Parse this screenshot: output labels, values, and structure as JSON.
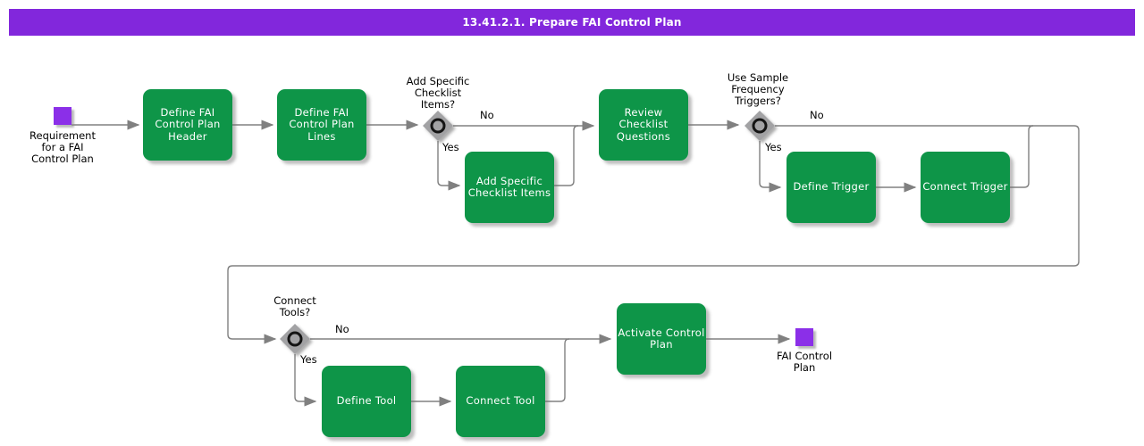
{
  "header": {
    "title": "13.41.2.1. Prepare FAI Control Plan"
  },
  "colors": {
    "header_bg": "#8227DC",
    "event_fill": "#8B2FE8",
    "task_fill": "#0E9548",
    "task_text": "#FFFFFF",
    "connector_line": "#808080",
    "gateway_fill": "#A2A2A4",
    "label_text": "#000000"
  },
  "nodes": {
    "start_event": {
      "label": "Requirement\nfor a FAI\nControl Plan"
    },
    "task_define_header": {
      "label": "Define FAI\nControl Plan\nHeader"
    },
    "task_define_lines": {
      "label": "Define FAI\nControl Plan\nLines"
    },
    "gateway_add_checklist": {
      "label": "Add Specific\nChecklist\nItems?",
      "no_label": "No",
      "yes_label": "Yes"
    },
    "task_add_checklist": {
      "label": "Add Specific\nChecklist Items"
    },
    "task_review_questions": {
      "label": "Review\nChecklist\nQuestions"
    },
    "gateway_sample_frequency": {
      "label": "Use Sample\nFrequency\nTriggers?",
      "no_label": "No",
      "yes_label": "Yes"
    },
    "task_define_trigger": {
      "label": "Define Trigger"
    },
    "task_connect_trigger": {
      "label": "Connect Trigger"
    },
    "gateway_connect_tools": {
      "label": "Connect\nTools?",
      "no_label": "No",
      "yes_label": "Yes"
    },
    "task_define_tool": {
      "label": "Define Tool"
    },
    "task_connect_tool": {
      "label": "Connect Tool"
    },
    "task_activate_plan": {
      "label": "Activate Control\nPlan"
    },
    "end_event": {
      "label": "FAI Control\nPlan"
    }
  }
}
